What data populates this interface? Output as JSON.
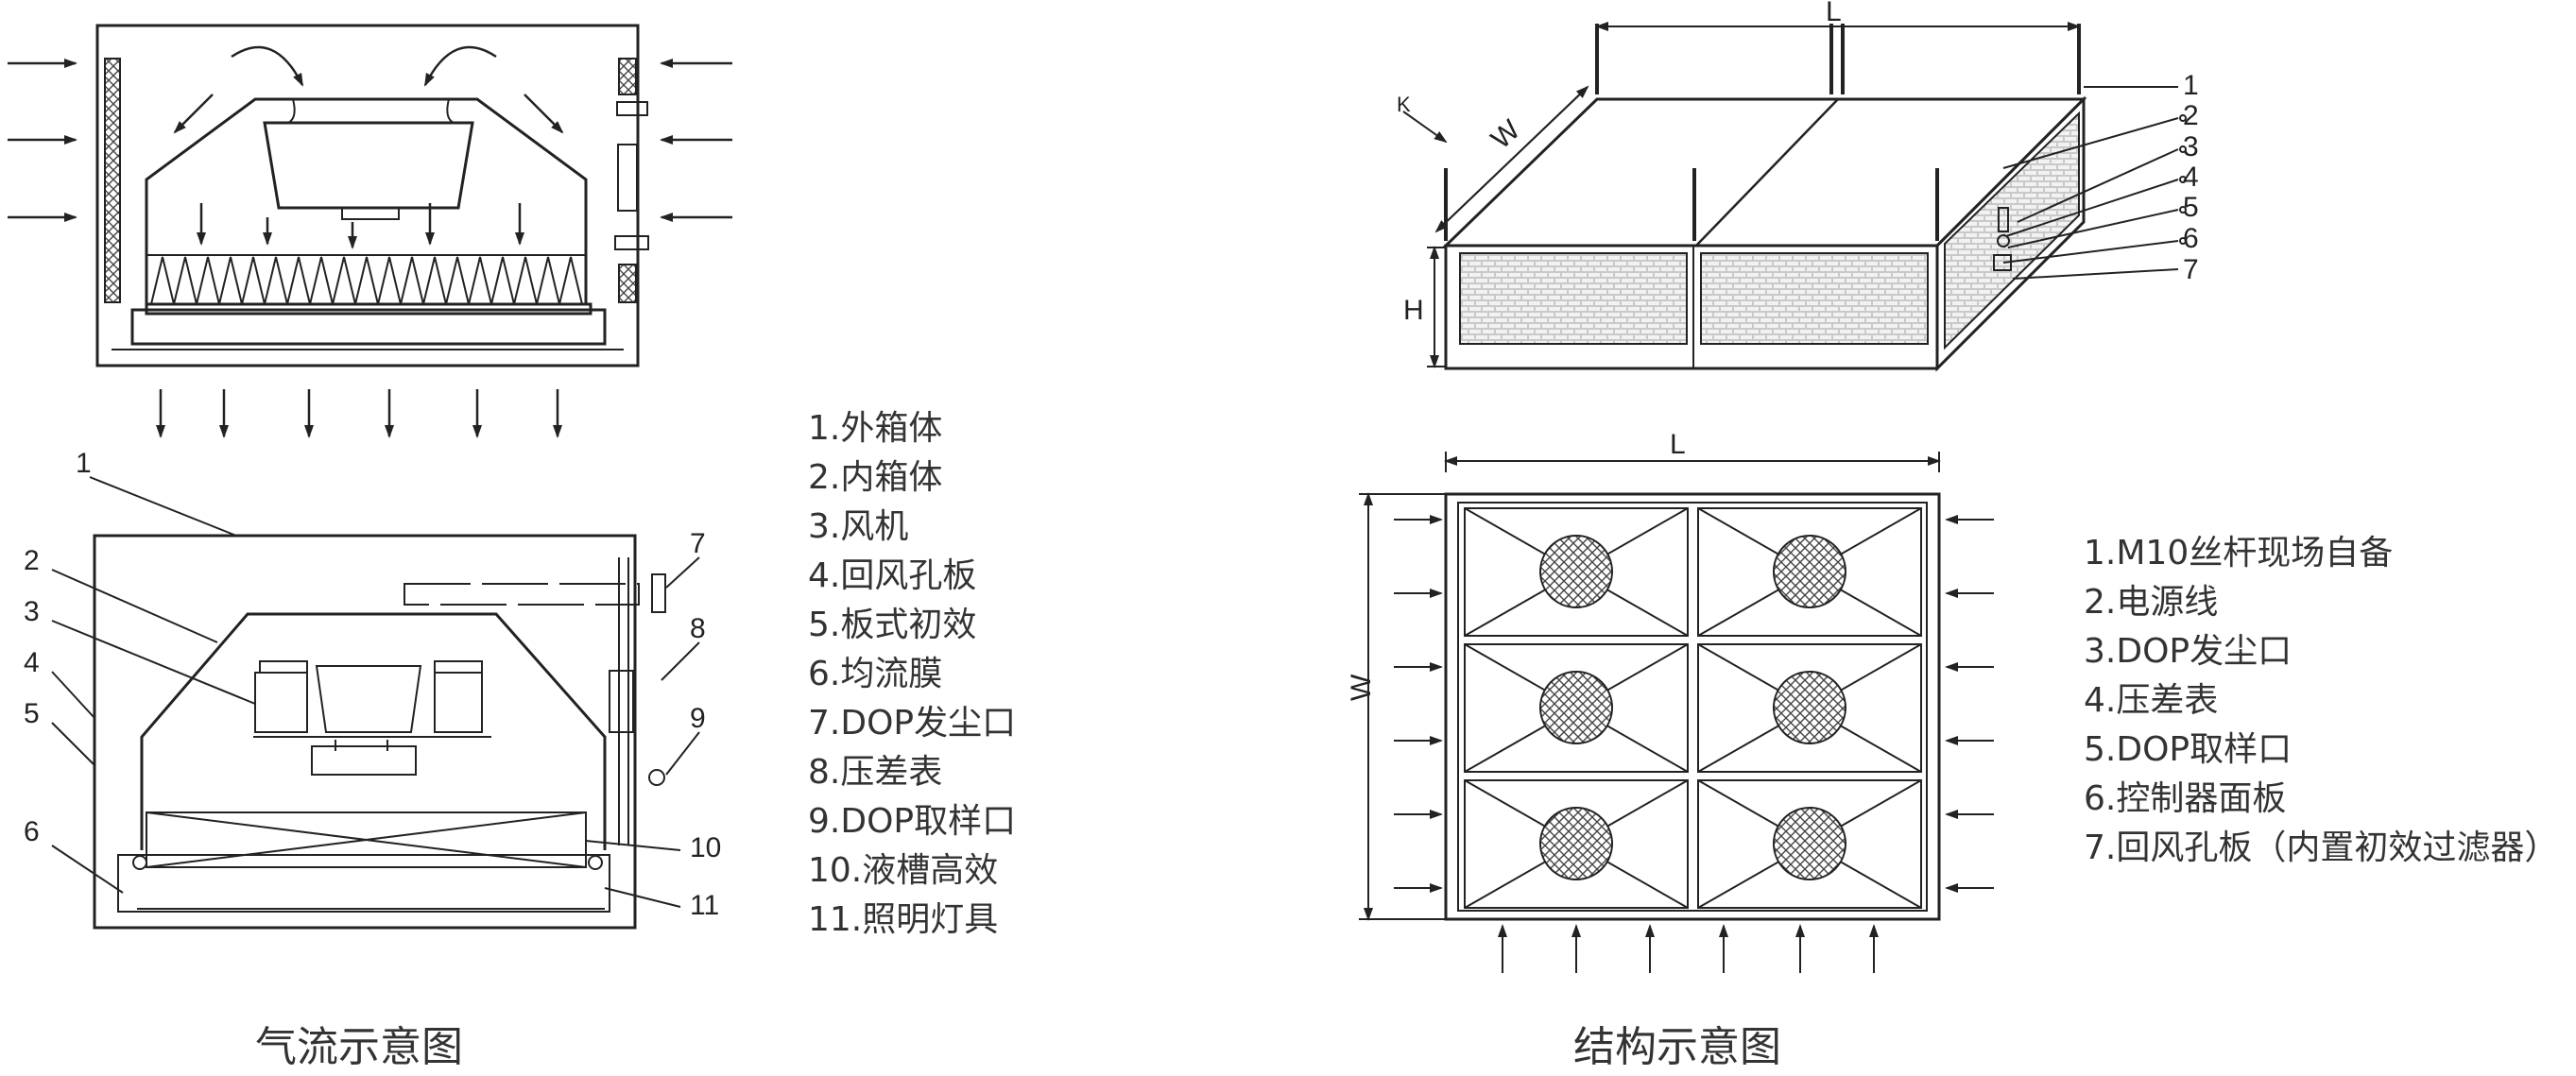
{
  "airflow_diagram": {
    "caption": "气流示意图",
    "callouts": [
      "1",
      "2",
      "3",
      "4",
      "5",
      "6",
      "7",
      "8",
      "9",
      "10",
      "11"
    ],
    "legend": [
      "1.外箱体",
      "2.内箱体",
      "3.风机",
      "4.回风孔板",
      "5.板式初效",
      "6.均流膜",
      "7.DOP发尘口",
      "8.压差表",
      "9.DOP取样口",
      "10.液槽高效",
      "11.照明灯具"
    ]
  },
  "structure_diagram": {
    "caption": "结构示意图",
    "dimensions": {
      "length": "L",
      "width": "W",
      "height": "H",
      "view": "K"
    },
    "callouts": [
      "1",
      "2",
      "3",
      "4",
      "5",
      "6",
      "7"
    ],
    "legend": [
      "1.M10丝杆现场自备",
      "2.电源线",
      "3.DOP发尘口",
      "4.压差表",
      "5.DOP取样口",
      "6.控制器面板",
      "7.回风孔板（内置初效过滤器）"
    ]
  },
  "colors": {
    "line": "#222222",
    "text": "#333333",
    "background": "#ffffff"
  }
}
